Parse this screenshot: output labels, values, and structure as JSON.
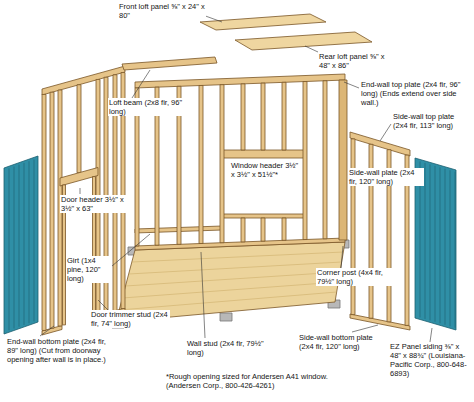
{
  "diagram": {
    "labels": [
      "Front loft panel ⅝\" x 24\" x 80\"",
      "Rear loft panel ⅝\" x 48\" x 86\"",
      "End-wall top plate (2x4 fir, 96\" long) (Ends extend over side wall.)",
      "Loft beam (2x8 fir, 96\" long)",
      "Side-wall top plate (2x4 fir, 113\" long)",
      "Window header 3½\" x 3½\" x 51½\"*",
      "Side-wall plate (2x4 fir, 120\" long)",
      "Door header 3½\" x 3½\" x 63\"",
      "Girt (1x4 pine, 120\" long)",
      "Corner post (4x4 fir, 79½\" long)",
      "Door trimmer stud (2x4 fir, 74\" long)",
      "Side-wall bottom plate (2x4 fir, 120\" long)",
      "EZ Panel siding ⅜\" x 48\" x 88¾\" (Louisiana-Pacific Corp., 800-648-6893)",
      "Wall stud (2x4 fir, 79½\" long)",
      "End-wall bottom plate (2x4 fir, 89\" long) (Cut from doorway opening after wall is in place.)",
      "*Rough opening sized for Andersen A41 window. (Andersen Corp., 800-426-4261)"
    ]
  }
}
